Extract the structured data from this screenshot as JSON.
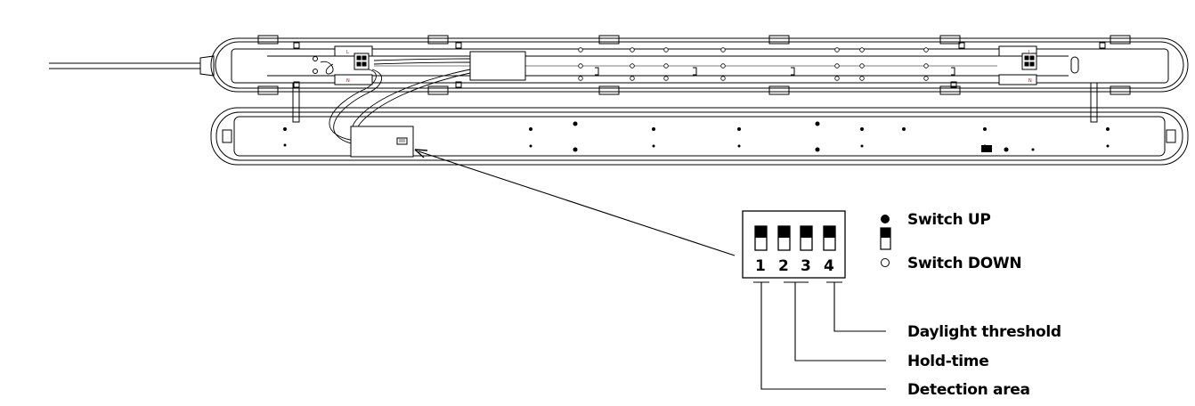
{
  "terminal_labels": {
    "top_left_L": "L",
    "top_left_N": "N",
    "top_right_L": "L",
    "top_right_N": "N"
  },
  "dip_switch": {
    "numbers": [
      "1",
      "2",
      "3",
      "4"
    ],
    "positions": [
      "up",
      "up",
      "up",
      "up"
    ]
  },
  "legend": {
    "switch_up": "Switch UP",
    "switch_down": "Switch DOWN"
  },
  "callouts": {
    "daylight": "Daylight threshold",
    "hold_time": "Hold-time",
    "detection": "Detection area"
  },
  "colors": {
    "line": "#000000",
    "terminal_text": "#cc0000"
  }
}
